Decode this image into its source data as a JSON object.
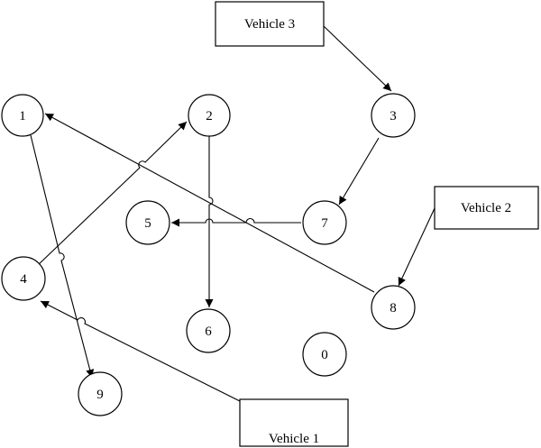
{
  "nodes": [
    {
      "id": "n1",
      "label": "1"
    },
    {
      "id": "n2",
      "label": "2"
    },
    {
      "id": "n3",
      "label": "3"
    },
    {
      "id": "n4",
      "label": "4"
    },
    {
      "id": "n5",
      "label": "5"
    },
    {
      "id": "n6",
      "label": "6"
    },
    {
      "id": "n7",
      "label": "7"
    },
    {
      "id": "n8",
      "label": "8"
    },
    {
      "id": "n9",
      "label": "9"
    },
    {
      "id": "n0",
      "label": "0"
    }
  ],
  "vehicles": [
    {
      "id": "v1",
      "label": "Vehicle 1"
    },
    {
      "id": "v2",
      "label": "Vehicle 2"
    },
    {
      "id": "v3",
      "label": "Vehicle 3"
    }
  ],
  "routes": [
    {
      "vehicle": "Vehicle 1",
      "path": [
        "Vehicle 1",
        "4",
        "2",
        "6"
      ]
    },
    {
      "vehicle": "Vehicle 2",
      "path": [
        "Vehicle 2",
        "8",
        "1",
        "9"
      ]
    },
    {
      "vehicle": "Vehicle 3",
      "path": [
        "Vehicle 3",
        "3",
        "7",
        "5"
      ]
    }
  ]
}
